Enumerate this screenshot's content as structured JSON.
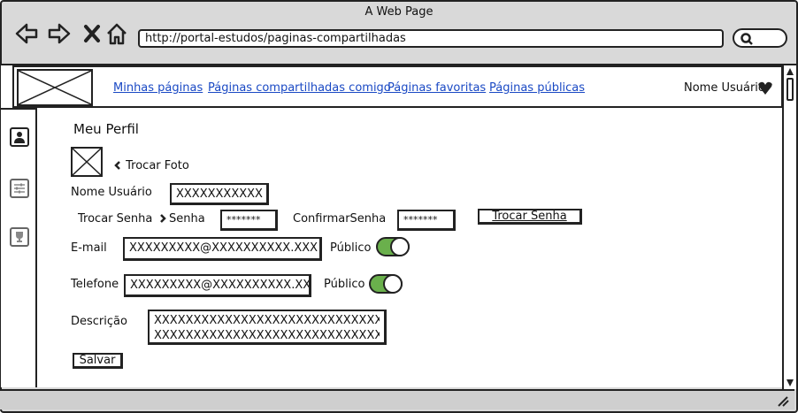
{
  "window": {
    "title": "A Web Page"
  },
  "browser": {
    "url": "http://portal-estudos/paginas-compartilhadas",
    "icons": [
      "back-arrow-icon",
      "forward-arrow-icon",
      "close-x-icon",
      "home-icon",
      "search-icon"
    ]
  },
  "header": {
    "nav": [
      {
        "label": "Minhas páginas"
      },
      {
        "label": "Páginas compartilhadas comigo"
      },
      {
        "label": "Páginas favoritas"
      },
      {
        "label": "Páginas públicas"
      }
    ],
    "user_name": "Nome Usuário",
    "user_icon": "heart-chevron-icon"
  },
  "sidebar": {
    "icons": [
      "user-icon",
      "sliders-icon",
      "trophy-icon"
    ]
  },
  "profile": {
    "title": "Meu Perfil",
    "change_photo": "Trocar Foto",
    "username_label": "Nome Usuário",
    "username_value": "XXXXXXXXXXX",
    "change_password_label": "Trocar Senha",
    "password_label": "Senha",
    "password_value": "*******",
    "confirm_label": "ConfirmarSenha",
    "confirm_value": "*******",
    "change_password_button": "Trocar Senha",
    "email_label": "E-mail",
    "email_value": "XXXXXXXXX@XXXXXXXXXX.XXX",
    "email_public_label": "Público",
    "email_public_on": true,
    "phone_label": "Telefone",
    "phone_value": "XXXXXXXXX@XXXXXXXXXX.XX",
    "phone_public_label": "Público",
    "phone_public_on": true,
    "description_label": "Descrição",
    "description_line1": "XXXXXXXXXXXXXXXXXXXXXXXXXXXXXX",
    "description_line2": "XXXXXXXXXXXXXXXXXXXXXXXXXXXXXX",
    "save_button": "Salvar"
  },
  "colors": {
    "link": "#1a49c4",
    "toggle_on": "#6ab04c"
  }
}
